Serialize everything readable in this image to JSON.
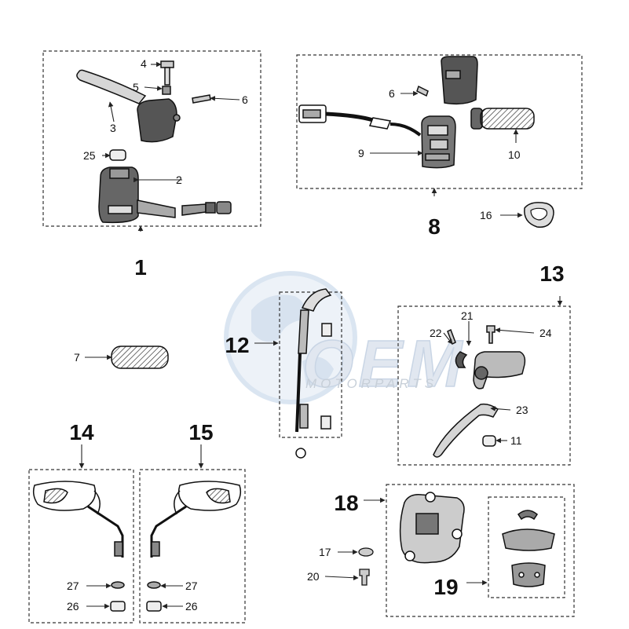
{
  "watermark": {
    "logo_text": "OEM",
    "subtitle": "MOTORPARTS",
    "color_primary": "#3a78c2",
    "color_secondary": "#c8d6e8"
  },
  "groups": {
    "g1": "1",
    "g8": "8",
    "g12": "12",
    "g13": "13",
    "g14": "14",
    "g15": "15",
    "g18": "18",
    "g19": "19"
  },
  "callouts": {
    "c2": "2",
    "c3": "3",
    "c4": "4",
    "c5": "5",
    "c6a": "6",
    "c25": "25",
    "c6b": "6",
    "c9": "9",
    "c10": "10",
    "c16": "16",
    "c7": "7",
    "c21": "21",
    "c22": "22",
    "c24": "24",
    "c23": "23",
    "c11": "11",
    "c17": "17",
    "c20": "20",
    "c27a": "27",
    "c26a": "26",
    "c27b": "27",
    "c26b": "26"
  }
}
